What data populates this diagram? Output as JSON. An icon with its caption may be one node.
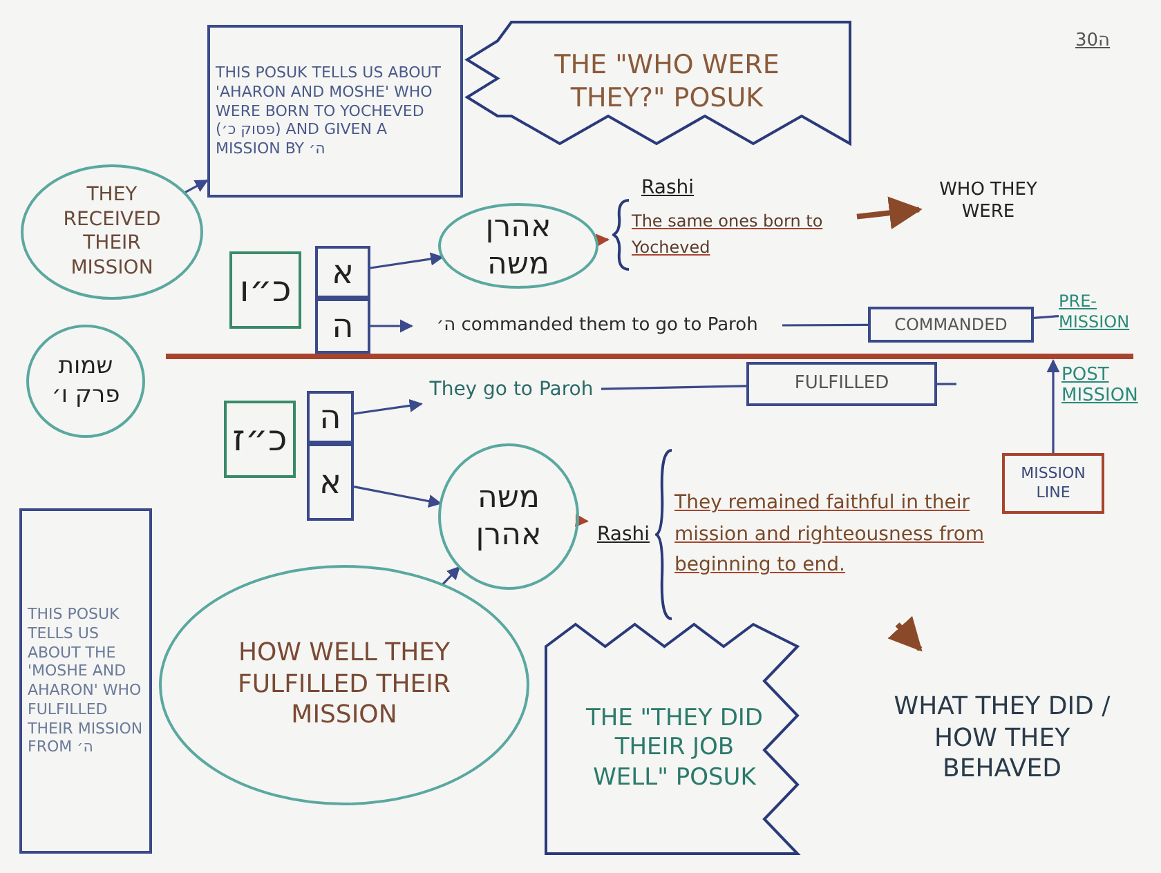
{
  "diagram": {
    "nodes": [
      {
        "text": [
          "THIS POSUK TELLS US ABOUT 'AHARON AND MOSHE' WHO WERE BORN TO YOCHEVED (פסוק כ׳) AND GIVEN A MISSION BY ה׳"
        ]
      },
      {
        "text": [
          "THE \"WHO WERE THEY?\" POSUK"
        ]
      },
      {
        "text": [
          "THEY RECEIVED THEIR MISSION"
        ]
      },
      {
        "text": [
          "כ״ו"
        ]
      },
      {
        "text": [
          "א"
        ]
      },
      {
        "text": [
          "ה"
        ]
      },
      {
        "text": [
          "אהרן משה"
        ]
      },
      {
        "text": [
          "Rashi",
          "The same ones born to Yocheved"
        ]
      },
      {
        "text": [
          "WHO THEY WERE"
        ]
      },
      {
        "text": [
          "ה׳ commanded them to go to Paroh"
        ]
      },
      {
        "text": [
          "COMMANDED"
        ]
      },
      {
        "text": [
          "PRE-MISSION"
        ]
      },
      {
        "text": [
          "שמות פרק ו׳"
        ]
      },
      {
        "text": [],
        "shape": "bar"
      },
      {
        "text": [
          "כ״ז"
        ]
      },
      {
        "text": [
          "ה"
        ]
      },
      {
        "text": [
          "א"
        ]
      },
      {
        "text": [
          "They go to Paroh"
        ]
      },
      {
        "text": [
          "FULFILLED"
        ]
      },
      {
        "text": [
          "משה אהרן"
        ]
      },
      {
        "text": [
          "They remained faithful in their mission and righteousness from beginning to end.",
          "Rashi"
        ]
      },
      {
        "text": [
          "MISSION LINE"
        ]
      },
      {
        "text": [
          "THIS POSUK TELLS US ABOUT THE 'MOSHE AND AHARON' WHO FULFILLED THEIR MISSION FROM ה׳"
        ]
      },
      {
        "text": [
          "HOW WELL THEY FULFILLED THEIR MISSION"
        ]
      },
      {
        "text": [
          "THE \"THEY DID THEIR JOB WELL\" POSUK"
        ]
      },
      {
        "text": [
          "WHAT THEY DID / HOW THEY BEHAVED"
        ]
      }
    ],
    "edges": [
      {
        "from": 2,
        "to": 0,
        "arrow": "to"
      },
      {
        "from": 4,
        "to": 6,
        "arrow": "to"
      },
      {
        "from": 5,
        "to": 9,
        "arrow": "to"
      },
      {
        "from": 6,
        "to": 7,
        "arrow": "to",
        "color": "#a8442e"
      },
      {
        "from": 7,
        "to": 8,
        "arrow": "to",
        "style": "thick",
        "color": "#8a4a2a"
      },
      {
        "from": 9,
        "to": 10,
        "arrow": "none"
      },
      {
        "from": 10,
        "to": 11,
        "arrow": "none"
      },
      {
        "from": 15,
        "to": 17,
        "arrow": "to"
      },
      {
        "from": 16,
        "to": 19,
        "arrow": "to"
      },
      {
        "from": 17,
        "to": 18,
        "arrow": "none"
      },
      {
        "from": 18,
        "to": null,
        "arrow": "none"
      },
      {
        "from": 19,
        "to": 20,
        "arrow": "to",
        "color": "#a8442e"
      },
      {
        "from": 20,
        "to": 25,
        "arrow": "to",
        "style": "thick",
        "color": "#8a4a2a"
      },
      {
        "from": 23,
        "to": 19,
        "arrow": "to"
      },
      {
        "from": 21,
        "to": 13,
        "arrow": "to"
      }
    ],
    "labels": [
      "30ה",
      "POST MISSION"
    ]
  }
}
